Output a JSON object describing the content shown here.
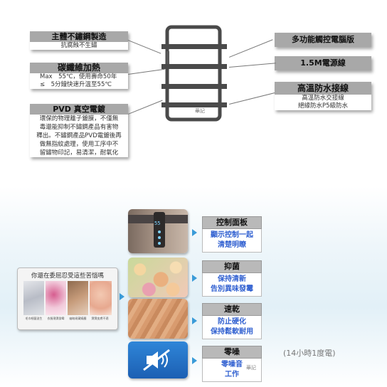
{
  "top": {
    "steel": {
      "title": "主體不鏽鋼製造",
      "sub": "抗腐蝕不生鏽"
    },
    "carbon": {
      "title": "碳纖維加熱",
      "sub": [
        "Max　55℃，使用壽命50年",
        "≤　5分鐘快速升溫至55℃"
      ]
    },
    "pvd": {
      "title": "PVD 真空電鍍",
      "body": [
        "環保的物理離子鍍膜，不僅無",
        "毒還能抑制不鏽鋼產品有害物",
        "釋出。不鏽鋼產品PVD電鍍後再",
        "做無指紋處理，使用工序中不",
        "留鏽物印記，易清潔，耐氧化"
      ]
    },
    "panel": {
      "title": "多功能觸控電腦版"
    },
    "cable": {
      "title": "1.5M電源線"
    },
    "waterproof": {
      "title": "高溫防水接線",
      "sub": [
        "高溫防水交接線",
        "絕緣防水P5級防水"
      ]
    },
    "rack_brand": "華記"
  },
  "bottom": {
    "panel_title": "你還在委屈忍受這些苦惱嗎",
    "thumb_labels": [
      "毛巾細菌滋生",
      "衣服潮濕發霉",
      "幽暗易藏蟎塵",
      "寶寶皮膚不適"
    ],
    "display_digits": "55",
    "features": [
      {
        "title": "控制面板",
        "desc": [
          "顯示控制一起",
          "清楚明瞭"
        ]
      },
      {
        "title": "抑菌",
        "desc": [
          "保持清新",
          "告別異味發霉"
        ]
      },
      {
        "title": "速乾",
        "desc": [
          "防止硬化",
          "保持鬆軟耐用"
        ]
      },
      {
        "title": "零噪",
        "desc": [
          "零噪音",
          "工作"
        ]
      }
    ],
    "note": "(14小時1度電)",
    "watermark": "華記"
  },
  "colors": {
    "label_gray": "#a8a8a8",
    "feature_blue": "#2f5fd0",
    "arrow_blue": "#3a9bd8",
    "rack": "#4a4a4a"
  }
}
